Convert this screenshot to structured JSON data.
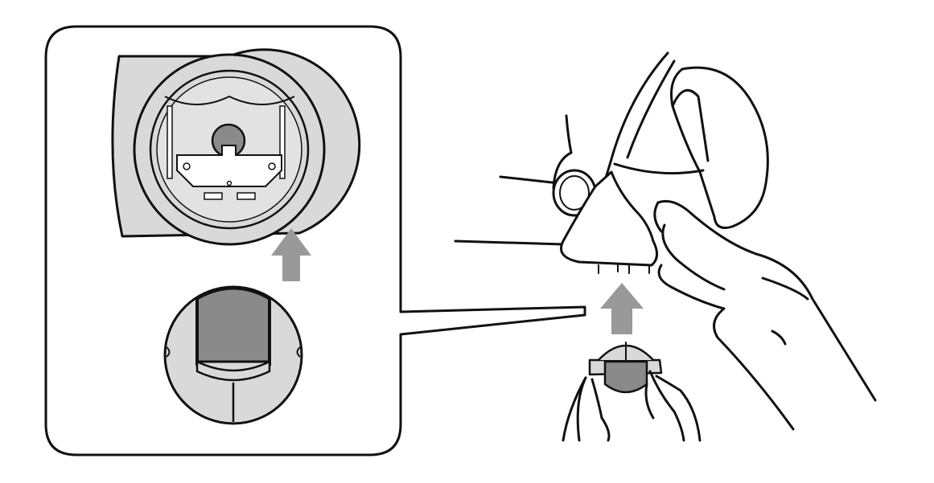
{
  "diagram": {
    "kind": "installation-illustration",
    "colors": {
      "line": "#111111",
      "light_gray": "#d9d9d9",
      "mid_gray": "#bdbdbd",
      "dark_gray": "#8a8a8a",
      "arrow": "#999999",
      "background": "#ffffff"
    },
    "elements": [
      "inset-callout-frame",
      "receptacle-socket-closeup",
      "battery-closeup",
      "up-arrow-inset",
      "hand-holding-device",
      "battery-in-fingers",
      "up-arrow-main"
    ]
  }
}
